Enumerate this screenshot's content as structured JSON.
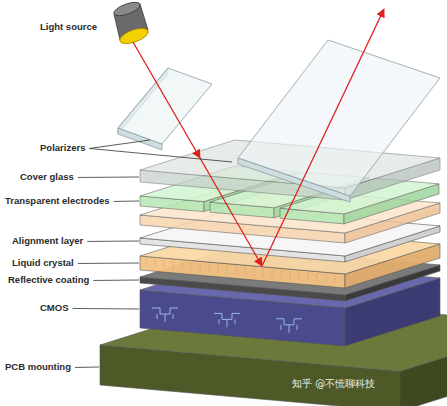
{
  "diagram": {
    "labels": [
      "Light source",
      "Polarizers",
      "Cover glass",
      "Transparent electrodes",
      "Alignment layer",
      "Liquid crystal",
      "Reflective coating",
      "CMOS",
      "PCB mounting",
      "知乎 @不慌聊科技"
    ]
  }
}
